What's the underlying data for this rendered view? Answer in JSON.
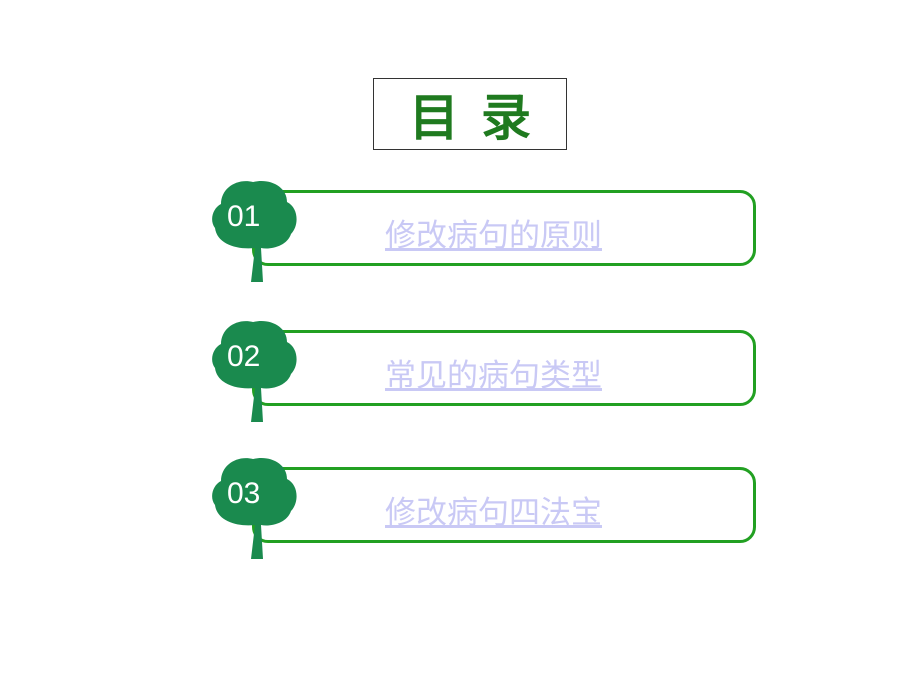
{
  "title": "目录",
  "items": [
    {
      "number": "01",
      "label": "修改病句的原则"
    },
    {
      "number": "02",
      "label": "常见的病句类型"
    },
    {
      "number": "03",
      "label": "修改病句四法宝"
    }
  ],
  "colors": {
    "tree": "#1a8a4e",
    "frame": "#22a022",
    "link": "#c9c9f5",
    "title": "#1f7a1f"
  }
}
